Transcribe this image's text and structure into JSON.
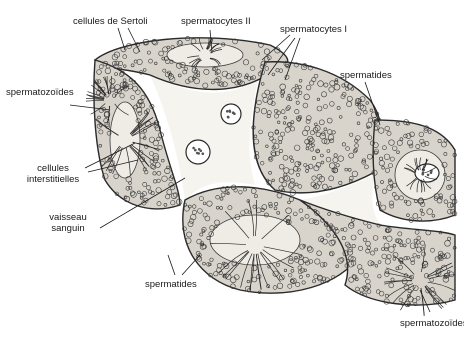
{
  "labels": {
    "sertoli": "cellules de Sertoli",
    "spermatocytes_2": "spermatocytes II",
    "spermatocytes_1": "spermatocytes I",
    "spermatozoides_left": "spermatozoïdes",
    "spermatides_right": "spermatides",
    "interstitielles_line1": "cellules",
    "interstitielles_line2": "interstitielles",
    "vaisseau_line1": "vaisseau",
    "vaisseau_line2": "sanguin",
    "spermatides_bottom": "spermatides",
    "spermatozoides_bottom": "spermatozoïdes"
  },
  "colors": {
    "ink": "#2a2a2a",
    "background": "#ffffff",
    "interstitial": "#f4f2ee"
  }
}
